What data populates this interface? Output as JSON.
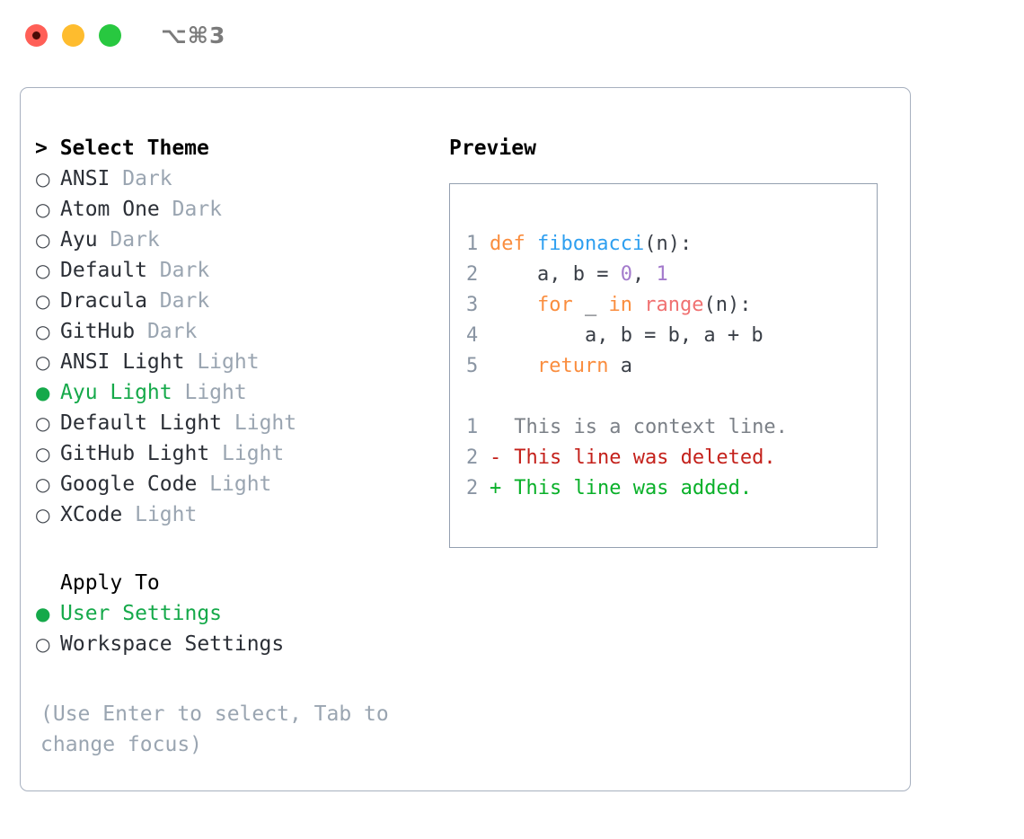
{
  "titlebar": {
    "title": "⌥⌘3",
    "lights": [
      "close-red",
      "minimize-yellow",
      "maximize-green"
    ]
  },
  "theme_section": {
    "header": "> Select Theme",
    "focused": true,
    "items": [
      {
        "bullet": "○",
        "name": "ANSI",
        "tag": "Dark",
        "selected": false
      },
      {
        "bullet": "○",
        "name": "Atom One",
        "tag": "Dark",
        "selected": false
      },
      {
        "bullet": "○",
        "name": "Ayu",
        "tag": "Dark",
        "selected": false
      },
      {
        "bullet": "○",
        "name": "Default",
        "tag": "Dark",
        "selected": false
      },
      {
        "bullet": "○",
        "name": "Dracula",
        "tag": "Dark",
        "selected": false
      },
      {
        "bullet": "○",
        "name": "GitHub",
        "tag": "Dark",
        "selected": false
      },
      {
        "bullet": "○",
        "name": "ANSI Light",
        "tag": "Light",
        "selected": false
      },
      {
        "bullet": "●",
        "name": "Ayu Light",
        "tag": "Light",
        "selected": true
      },
      {
        "bullet": "○",
        "name": "Default Light",
        "tag": "Light",
        "selected": false
      },
      {
        "bullet": "○",
        "name": "GitHub Light",
        "tag": "Light",
        "selected": false
      },
      {
        "bullet": "○",
        "name": "Google Code",
        "tag": "Light",
        "selected": false
      },
      {
        "bullet": "○",
        "name": "XCode",
        "tag": "Light",
        "selected": false
      }
    ]
  },
  "apply_section": {
    "header": "Apply To",
    "focused": false,
    "items": [
      {
        "bullet": "●",
        "name": "User Settings",
        "selected": true
      },
      {
        "bullet": "○",
        "name": "Workspace Settings",
        "selected": false
      }
    ]
  },
  "hint": "(Use Enter to select, Tab to change focus)",
  "preview": {
    "header": "Preview",
    "code_lines": [
      {
        "n": "1",
        "tokens": [
          {
            "t": "def ",
            "c": "kw"
          },
          {
            "t": "fibonacci",
            "c": "fn"
          },
          {
            "t": "(n):",
            "c": "pl"
          }
        ]
      },
      {
        "n": "2",
        "tokens": [
          {
            "t": "    a, b = ",
            "c": "pl"
          },
          {
            "t": "0",
            "c": "num"
          },
          {
            "t": ", ",
            "c": "pl"
          },
          {
            "t": "1",
            "c": "num"
          }
        ]
      },
      {
        "n": "3",
        "tokens": [
          {
            "t": "    ",
            "c": "pl"
          },
          {
            "t": "for",
            "c": "kw"
          },
          {
            "t": " _ ",
            "c": "pl"
          },
          {
            "t": "in",
            "c": "kw"
          },
          {
            "t": " ",
            "c": "pl"
          },
          {
            "t": "range",
            "c": "bi"
          },
          {
            "t": "(n):",
            "c": "pl"
          }
        ]
      },
      {
        "n": "4",
        "tokens": [
          {
            "t": "        a, b = b, a + b",
            "c": "pl"
          }
        ]
      },
      {
        "n": "5",
        "tokens": [
          {
            "t": "    ",
            "c": "kw"
          },
          {
            "t": "return",
            "c": "kw"
          },
          {
            "t": " a",
            "c": "pl"
          }
        ]
      }
    ],
    "diff_lines": [
      {
        "n": "1",
        "sign": " ",
        "text": "This is a context line.",
        "kind": "d-ctx"
      },
      {
        "n": "2",
        "sign": "-",
        "text": "This line was deleted.",
        "kind": "d-del"
      },
      {
        "n": "2",
        "sign": "+",
        "text": "This line was added.",
        "kind": "d-add"
      }
    ]
  },
  "colors": {
    "accent_green": "#15a94a",
    "muted": "#9aa5b1",
    "keyword": "#fa8d3e",
    "function": "#2e9ff0",
    "number": "#a37acc",
    "builtin": "#f07171",
    "diff_add": "#09b029",
    "diff_del": "#c4211b",
    "border": "#a7b0bf"
  }
}
